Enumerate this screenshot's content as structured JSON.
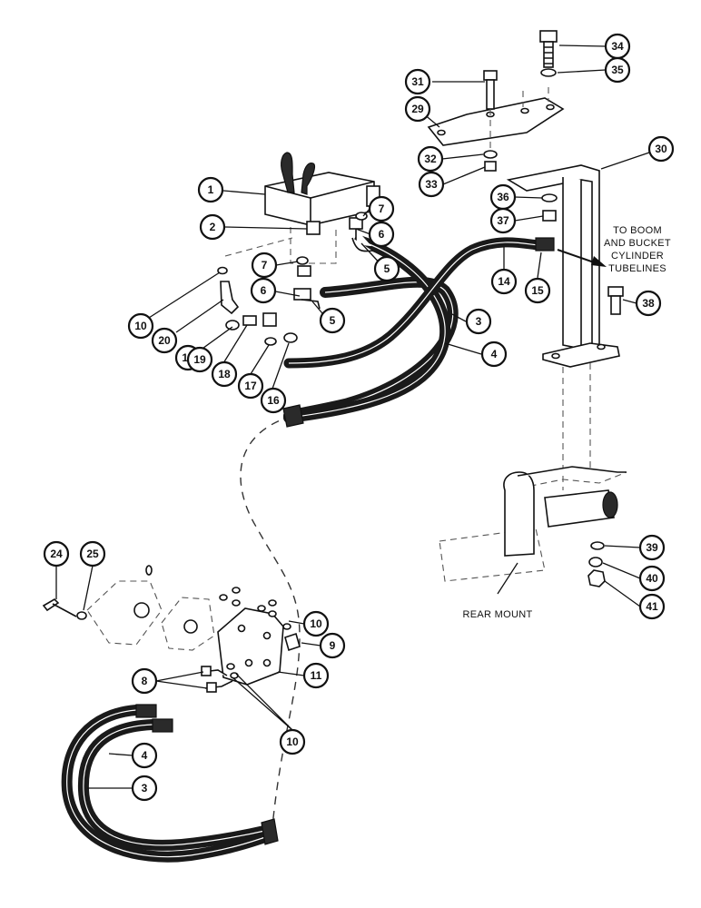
{
  "callouts": [
    "1",
    "2",
    "3",
    "4",
    "5",
    "6",
    "7",
    "8",
    "9",
    "10",
    "11",
    "14",
    "15",
    "16",
    "17",
    "18",
    "19",
    "20",
    "24",
    "25",
    "29",
    "30",
    "31",
    "32",
    "33",
    "34",
    "35",
    "36",
    "37",
    "38",
    "39",
    "40",
    "41"
  ],
  "notes": {
    "boom_line1": "TO BOOM",
    "boom_line2": "AND BUCKET",
    "boom_line3": "CYLINDER",
    "boom_line4": "TUBELINES",
    "rear_mount": "REAR MOUNT"
  }
}
